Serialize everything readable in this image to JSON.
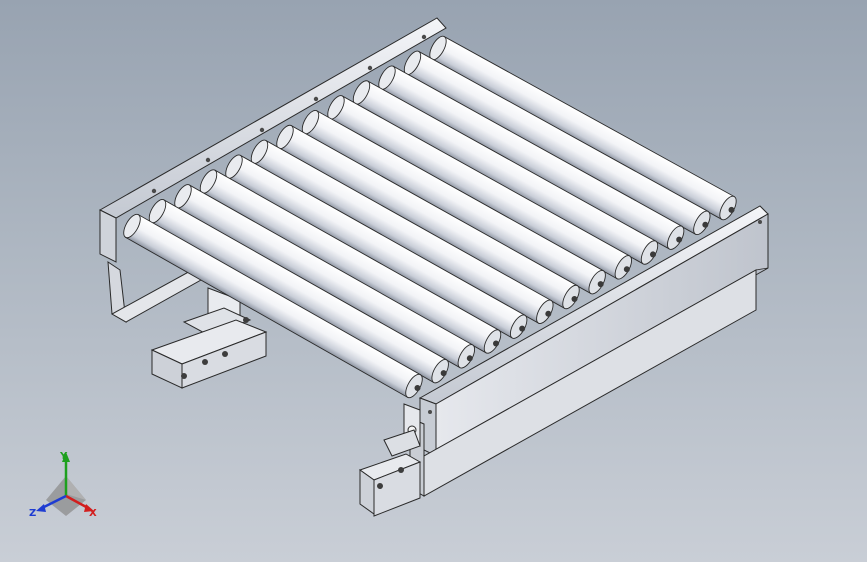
{
  "viewport": {
    "background_top": "#98a3b1",
    "background_bottom": "#c9ced6"
  },
  "model": {
    "roller_count": 13,
    "roller_color": "#f4f5f8",
    "frame_color": "#eceef2",
    "edge_color": "#2a2a2a",
    "bracket_color": "#d8dbe0"
  },
  "triad": {
    "x_label": "X",
    "y_label": "Y",
    "z_label": "Z",
    "x_color": "#d21e1e",
    "y_color": "#1ea01e",
    "z_color": "#1e3cd2"
  }
}
